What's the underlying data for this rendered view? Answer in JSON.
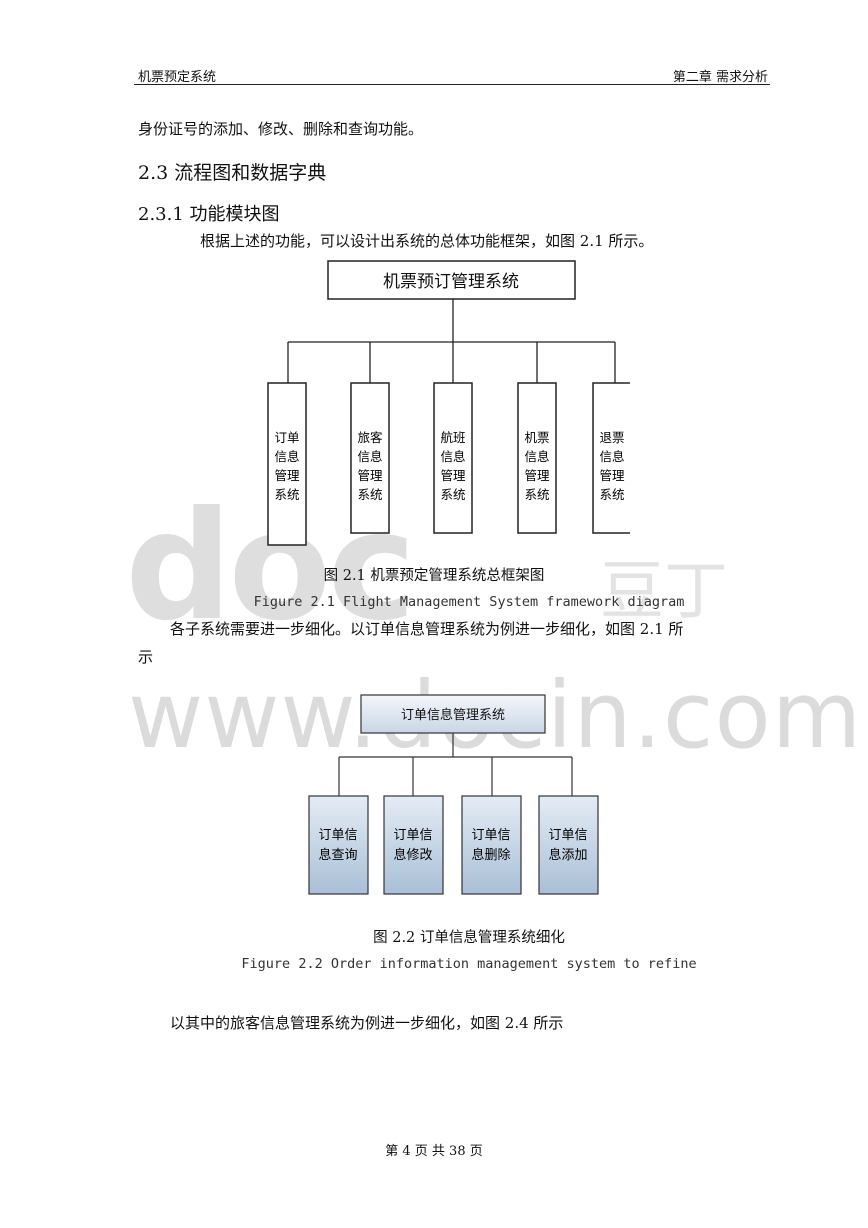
{
  "header": {
    "left": "机票预定系统",
    "right": "第二章 需求分析"
  },
  "body": {
    "p1": "身份证号的添加、修改、删除和查询功能。",
    "h2": "2.3 流程图和数据字典",
    "h3": "2.3.1  功能模块图",
    "p2": "根据上述的功能，可以设计出系统的总体功能框架，如图 2.1 所示。",
    "p3_line1": "各子系统需要进一步细化。以订单信息管理系统为例进一步细化，如图 2.1 所",
    "p3_line2": "示",
    "p4": "以其中的旅客信息管理系统为例进一步细化，如图 2.4 所示"
  },
  "figure1": {
    "root": "机票预订管理系统",
    "children": [
      [
        "订单",
        "信息",
        "管理",
        "系统"
      ],
      [
        "旅客",
        "信息",
        "管理",
        "系统"
      ],
      [
        "航班",
        "信息",
        "管理",
        "系统"
      ],
      [
        "机票",
        "信息",
        "管理",
        "系统"
      ],
      [
        "退票",
        "信息",
        "管理",
        "系统"
      ]
    ],
    "caption": "图 2.1  机票预定管理系统总框架图",
    "caption_en": "Figure 2.1 Flight Management System framework diagram"
  },
  "figure2": {
    "root": "订单信息管理系统",
    "children": [
      [
        "订单信",
        "息查询"
      ],
      [
        "订单信",
        "息修改"
      ],
      [
        "订单信",
        "息删除"
      ],
      [
        "订单信",
        "息添加"
      ]
    ],
    "caption": "图 2.2  订单信息管理系统细化",
    "caption_en": "Figure 2.2 Order information management system to refine"
  },
  "watermark": {
    "logo": "doc",
    "logo_cn": "豆丁",
    "url": "www.docin.com"
  },
  "footer": {
    "page": "第 4 页 共 38 页"
  }
}
